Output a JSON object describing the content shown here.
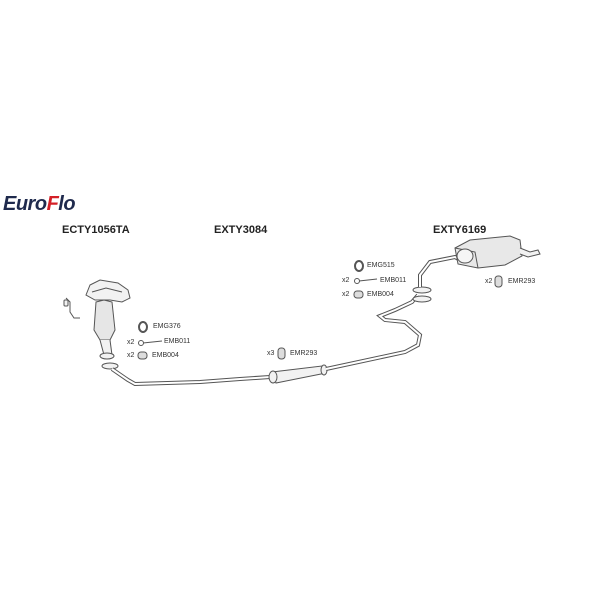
{
  "logo": {
    "part1": "Euro",
    "accent": "F",
    "part2": "lo",
    "colors": {
      "main": "#1f2a4d",
      "accent": "#d42027"
    }
  },
  "sections": [
    {
      "code": "ECTY1056TA",
      "component": "catalytic-converter-manifold"
    },
    {
      "code": "EXTY3084",
      "component": "centre-pipe-with-silencer"
    },
    {
      "code": "EXTY6169",
      "component": "rear-silencer"
    }
  ],
  "fittings": {
    "front": [
      {
        "qty": "",
        "code": "EMG376",
        "icon": "gasket-ring-icon"
      },
      {
        "qty": "x2",
        "code": "EMB011",
        "icon": "bolt-icon"
      },
      {
        "qty": "x2",
        "code": "EMB004",
        "icon": "spring-nut-icon"
      }
    ],
    "centre": [
      {
        "qty": "x3",
        "code": "EMR293",
        "icon": "rubber-hanger-icon"
      }
    ],
    "rear_joint": [
      {
        "qty": "",
        "code": "EMG515",
        "icon": "gasket-ring-icon"
      },
      {
        "qty": "x2",
        "code": "EMB011",
        "icon": "bolt-icon"
      },
      {
        "qty": "x2",
        "code": "EMB004",
        "icon": "spring-nut-icon"
      }
    ],
    "rear": [
      {
        "qty": "x2",
        "code": "EMR293",
        "icon": "rubber-hanger-icon"
      }
    ]
  }
}
